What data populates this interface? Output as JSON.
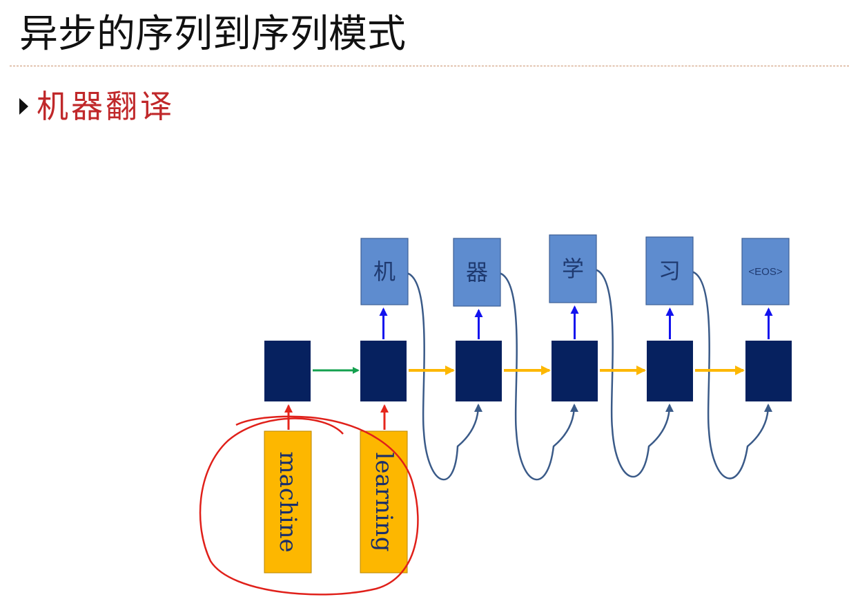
{
  "slide": {
    "title": "异步的序列到序列模式",
    "bullet": "机器翻译"
  },
  "diagram": {
    "inputs": [
      "machine",
      "learning"
    ],
    "outputs": [
      "机",
      "器",
      "学",
      "习",
      "<EOS>"
    ],
    "hidden_state_count": 6
  },
  "colors": {
    "hidden_node": "#06215f",
    "output_box": "#5e8ccf",
    "output_border": "#3c5f95",
    "input_box": "#fdb700",
    "input_border": "#b88400",
    "input_text": "#1a2f6a",
    "output_text": "#1f3a70",
    "arrow_encoder": "#13a04e",
    "arrow_decoder": "#fdb700",
    "arrow_output": "#1212ee",
    "arrow_input": "#e5261c",
    "feedback_curve": "#3a5a88",
    "annotation_circle": "#e0201a",
    "title_color": "#111111",
    "bullet_color": "#c0282a",
    "divider_color": "#c9906a"
  }
}
